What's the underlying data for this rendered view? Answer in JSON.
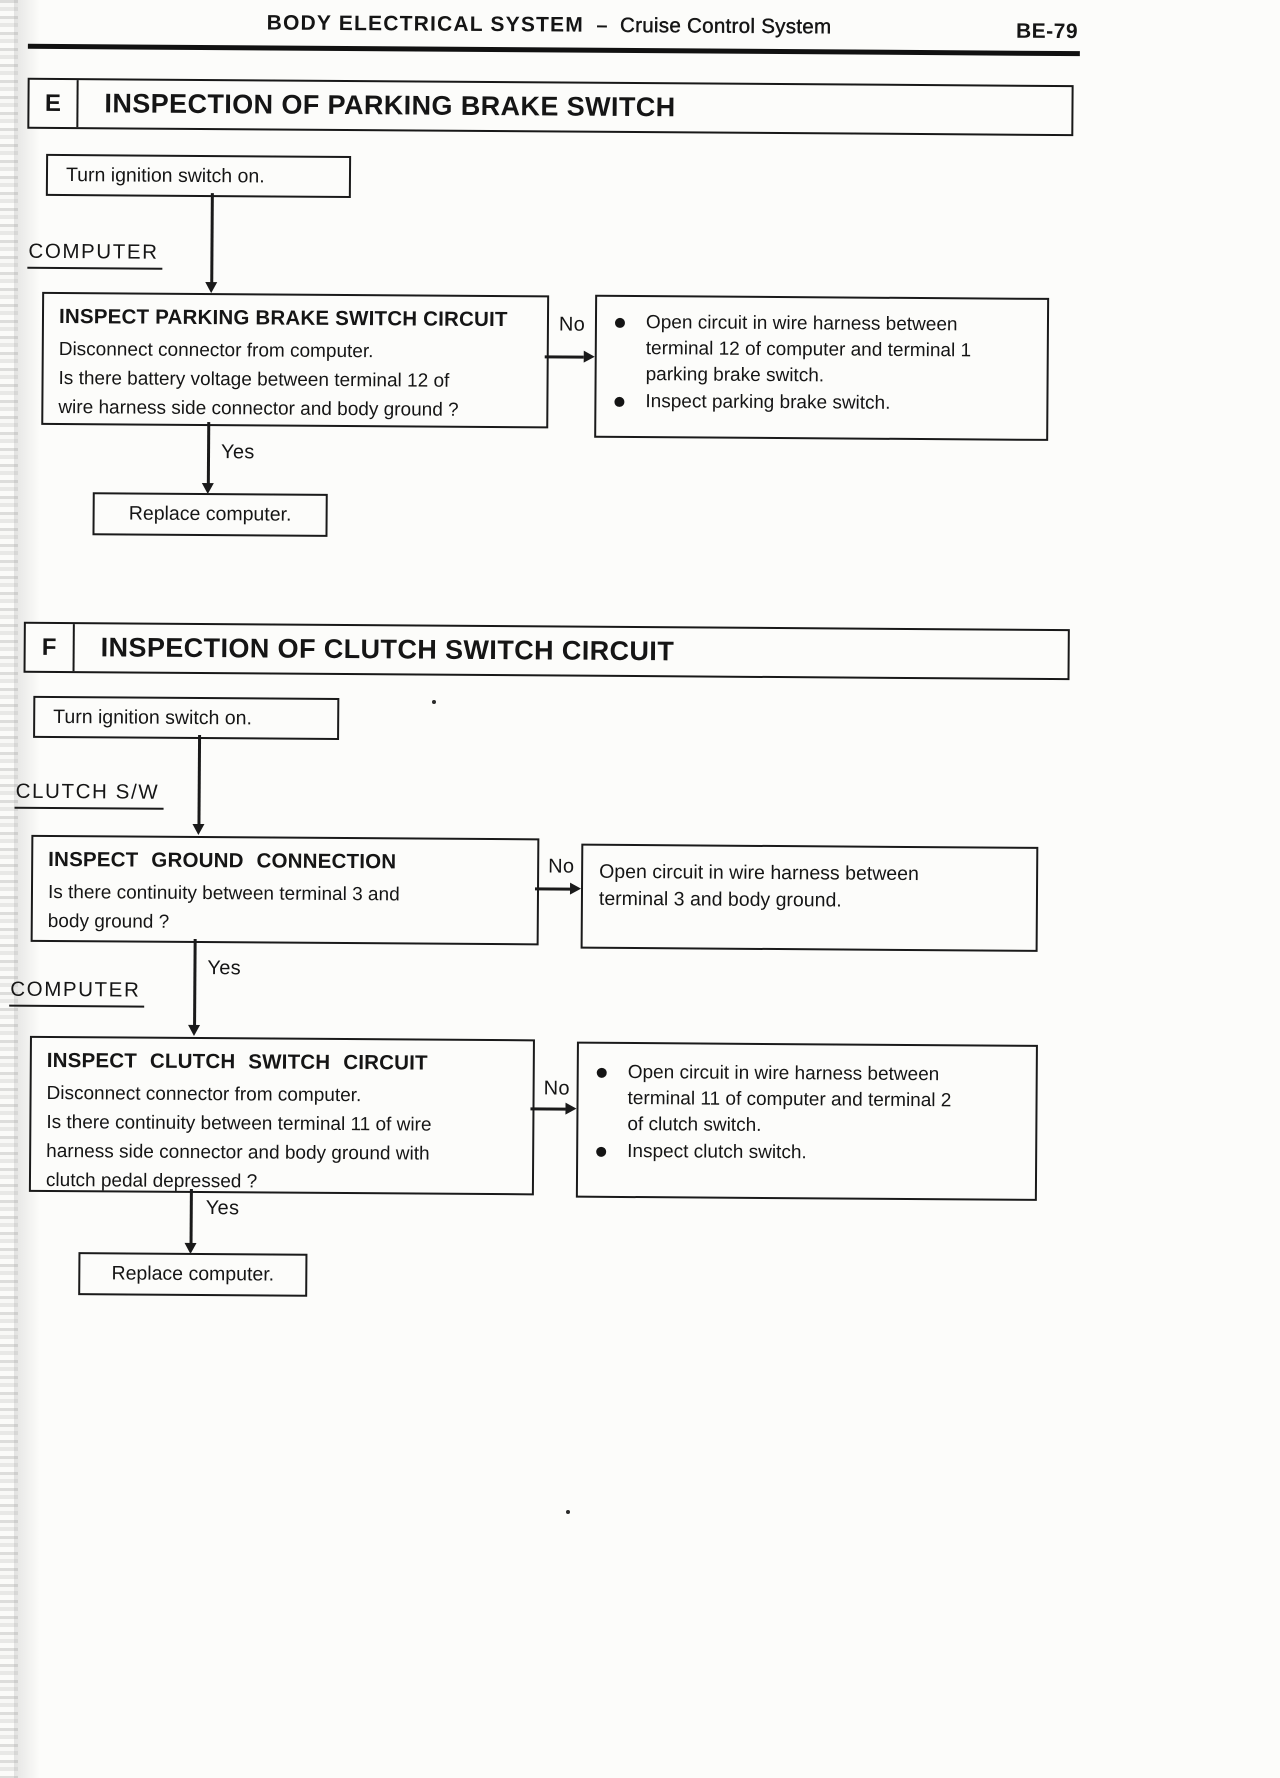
{
  "header": {
    "title": "BODY ELECTRICAL SYSTEM",
    "dash": "–",
    "subtitle": "Cruise Control System",
    "page_number": "BE-79"
  },
  "sections": [
    {
      "letter": "E",
      "title": "INSPECTION OF PARKING BRAKE SWITCH",
      "start_box": "Turn ignition switch on.",
      "computer_label": "COMPUTER",
      "inspect_box": {
        "title": "INSPECT PARKING BRAKE SWITCH CIRCUIT",
        "lines": [
          "Disconnect connector from computer.",
          "Is there battery voltage between terminal 12 of",
          "wire harness side connector and body ground ?"
        ]
      },
      "no_label": "No",
      "result_box": {
        "bullets": [
          {
            "lines": [
              "Open circuit in wire harness between",
              "terminal 12 of computer and terminal 1",
              "parking brake switch."
            ]
          },
          {
            "lines": [
              "Inspect parking brake switch."
            ]
          }
        ]
      },
      "yes_label": "Yes",
      "end_box": "Replace computer."
    },
    {
      "letter": "F",
      "title": "INSPECTION OF CLUTCH SWITCH CIRCUIT",
      "start_box": "Turn ignition switch on.",
      "clutch_label": "CLUTCH S/W",
      "ground_box": {
        "title": "INSPECT GROUND CONNECTION",
        "lines": [
          "Is there continuity between terminal 3 and",
          "body ground ?"
        ]
      },
      "no_label1": "No",
      "ground_result_box": {
        "lines": [
          "Open circuit in wire harness between",
          "terminal 3 and body ground."
        ]
      },
      "yes_label1": "Yes",
      "computer_label": "COMPUTER",
      "clutch_box": {
        "title": "INSPECT CLUTCH SWITCH CIRCUIT",
        "lines": [
          "Disconnect connector from computer.",
          "Is there continuity between terminal 11 of wire",
          "harness side connector and body ground with",
          "clutch pedal depressed ?"
        ]
      },
      "no_label2": "No",
      "clutch_result_box": {
        "bullets": [
          {
            "lines": [
              "Open circuit in wire harness between",
              "terminal 11 of computer and terminal 2",
              "of clutch switch."
            ]
          },
          {
            "lines": [
              "Inspect clutch switch."
            ]
          }
        ]
      },
      "yes_label2": "Yes",
      "end_box": "Replace computer."
    }
  ]
}
